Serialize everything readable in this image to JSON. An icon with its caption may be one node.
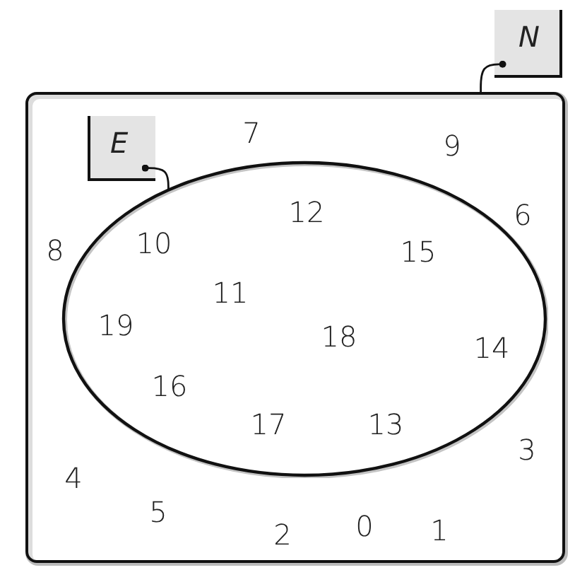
{
  "diagram": {
    "nodes": [
      {
        "text": [],
        "shape": "box"
      },
      {
        "text": [],
        "shape": "circle",
        "in": 0
      },
      {
        "text": [
          "N"
        ]
      },
      {
        "text": [
          "E"
        ],
        "in": 0
      }
    ],
    "edges": [
      {
        "from": 2,
        "to": 0,
        "arrow": "other"
      },
      {
        "from": 3,
        "to": 1,
        "arrow": "other"
      }
    ],
    "labels": [
      "7",
      "9",
      "12",
      "6",
      "8",
      "10",
      "15",
      "11",
      "19",
      "18",
      "14",
      "16",
      "17",
      "13",
      "3",
      "4",
      "5",
      "2",
      "0",
      "1"
    ]
  }
}
